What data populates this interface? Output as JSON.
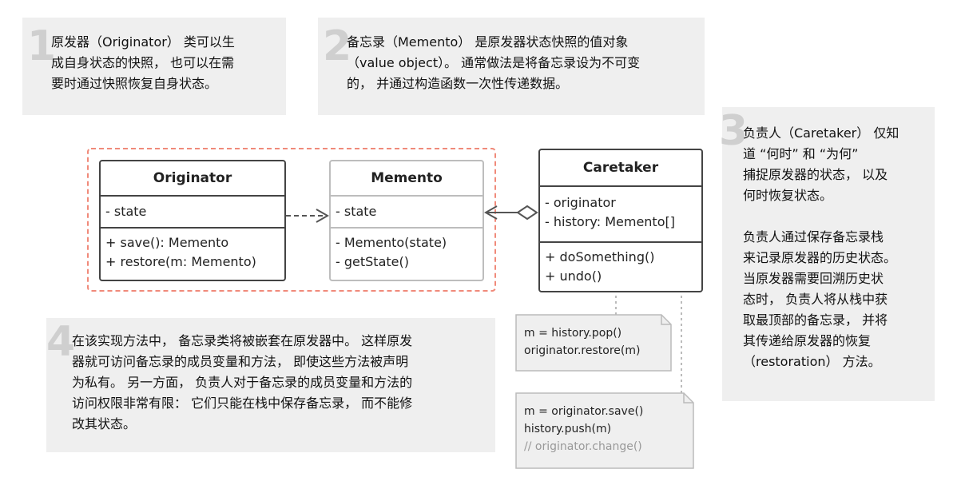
{
  "notes": [
    {
      "number": "1",
      "lines": [
        "原发器（Originator） 类可以生",
        "成自身状态的快照， 也可以在需",
        "要时通过快照恢复自身状态。"
      ]
    },
    {
      "number": "2",
      "lines": [
        "备忘录（Memento） 是原发器状态快照的值对象",
        "（value object）。 通常做法是将备忘录设为不可变",
        "的， 并通过构造函数一次性传递数据。"
      ]
    },
    {
      "number": "3",
      "lines": [
        "负责人（Caretaker） 仅知",
        "道 “何时” 和 “为何”",
        "捕捉原发器的状态， 以及",
        "何时恢复状态。",
        "",
        "负责人通过保存备忘录栈",
        "来记录原发器的历史状态。",
        "当原发器需要回溯历史状",
        "态时， 负责人将从栈中获",
        "取最顶部的备忘录， 并将",
        "其传递给原发器的恢复",
        "（restoration） 方法。"
      ]
    },
    {
      "number": "4",
      "lines": [
        "在该实现方法中， 备忘录类将被嵌套在原发器中。 这样原发",
        "器就可访问备忘录的成员变量和方法， 即使这些方法被声明",
        "为私有。 另一方面， 负责人对于备忘录的成员变量和方法的",
        "访问权限非常有限： 它们只能在栈中保存备忘录， 而不能修",
        "改其状态。"
      ]
    }
  ],
  "classes": {
    "originator": {
      "name": "Originator",
      "fields": [
        "- state"
      ],
      "methods": [
        "+ save(): Memento",
        "+ restore(m: Memento)"
      ]
    },
    "memento": {
      "name": "Memento",
      "fields": [
        "- state"
      ],
      "methods": [
        "- Memento(state)",
        "- getState()"
      ]
    },
    "caretaker": {
      "name": "Caretaker",
      "fields": [
        "- originator",
        "- history: Memento[]"
      ],
      "methods": [
        "+ doSomething()",
        "+ undo()"
      ]
    }
  },
  "code_notes": {
    "undo": [
      "m = history.pop()",
      "originator.restore(m)"
    ],
    "do_something": [
      "m = originator.save()",
      "history.push(m)"
    ],
    "do_something_comment": "// originator.change()"
  },
  "colors": {
    "note_bg": "#efefef",
    "number_gray": "#cfcfcf",
    "dashed_group": "#f08a7a",
    "box_border": "#444444",
    "memento_border": "#bdbdbd"
  }
}
